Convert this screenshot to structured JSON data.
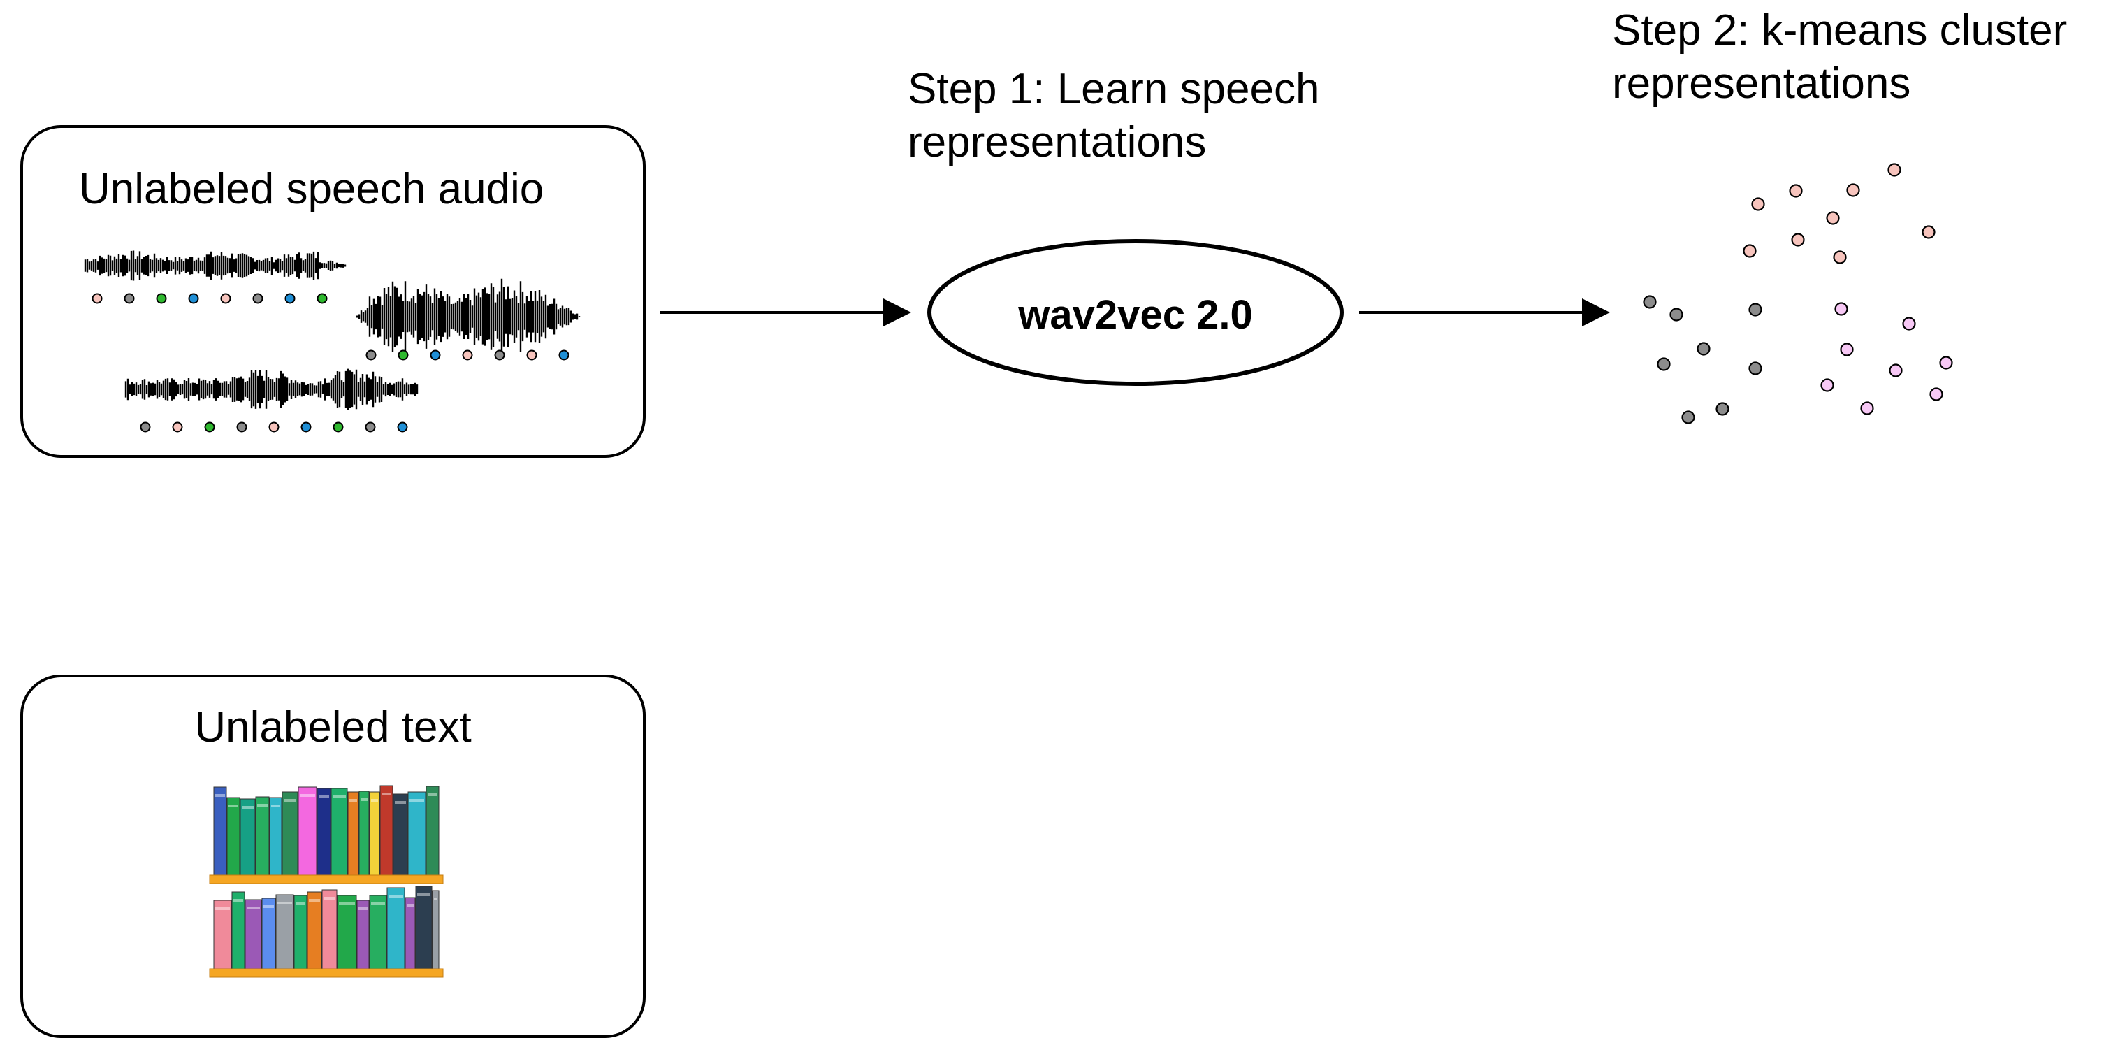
{
  "speech_box": {
    "title": "Unlabeled speech audio"
  },
  "text_box": {
    "title": "Unlabeled text"
  },
  "step1": {
    "line1": "Step 1: Learn speech",
    "line2": "representations"
  },
  "model": {
    "label": "wav2vec 2.0"
  },
  "step2": {
    "line1": "Step 2: k-means cluster",
    "line2": "representations"
  },
  "colors": {
    "salmon": "#f7c4bd",
    "gray": "#8c8c8c",
    "green": "#2eb82e",
    "blue": "#1f8fd6",
    "pink": "#f7c8f5",
    "shelf": "#f5a623"
  },
  "icons": [
    "waveform-icon",
    "bookshelf-icon"
  ]
}
